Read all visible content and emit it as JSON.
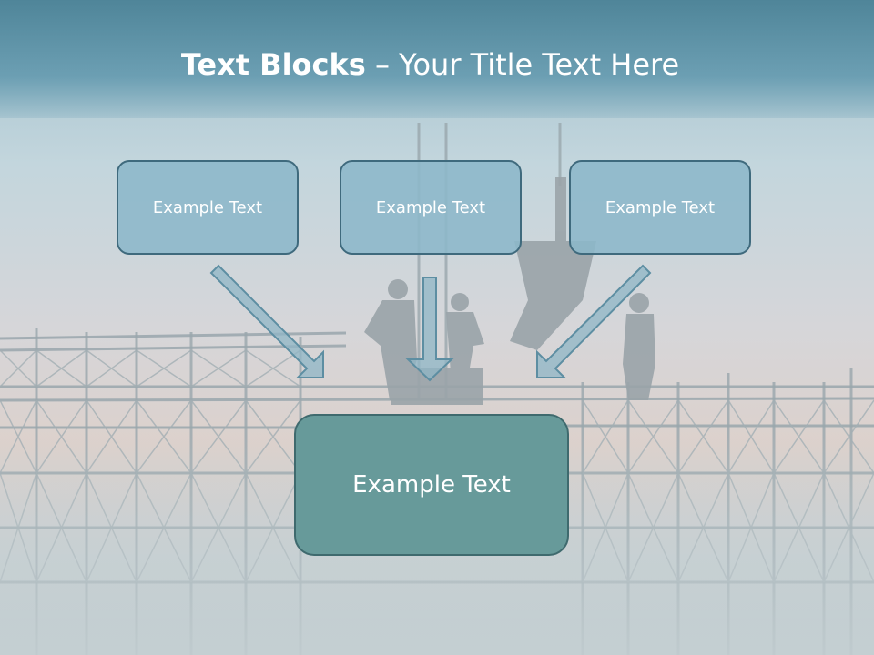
{
  "title": {
    "bold": "Text Blocks",
    "separator": " – ",
    "rest": "Your Title Text Here"
  },
  "boxes": {
    "top_left": "Example Text",
    "top_center": "Example Text",
    "top_right": "Example Text",
    "bottom": "Example Text"
  },
  "colors": {
    "title_bar": "#5b8fa4",
    "box_fill": "#8cb7ca",
    "box_border": "#3f6a7d",
    "bottom_box_fill": "#679a9a",
    "arrow_fill": "#8fb6c6"
  },
  "background": {
    "subject": "construction-scaffolding-silhouette"
  }
}
